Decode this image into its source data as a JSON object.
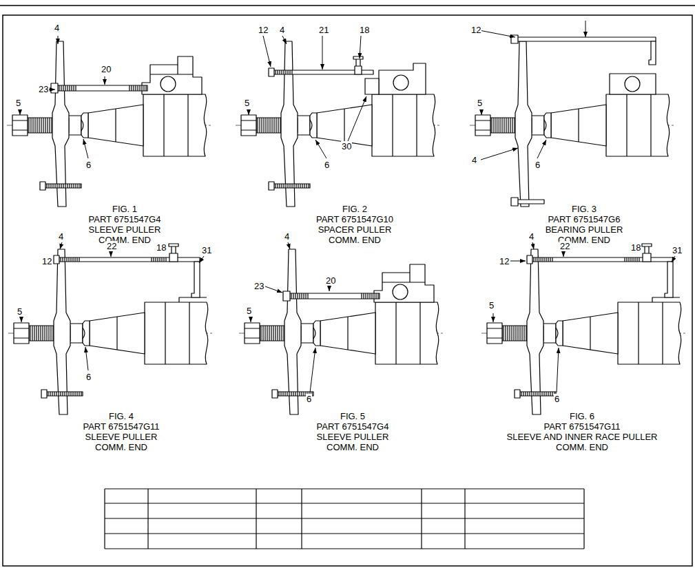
{
  "diagram": {
    "labels": [
      "4",
      "23",
      "20",
      "5",
      "6",
      "FIG. 1",
      "PART 6751547G4",
      "SLEEVE PULLER",
      "COMM. END",
      "12",
      "4",
      "21",
      "18",
      "5",
      "30",
      "6",
      "FIG. 2",
      "PART 6751547G10",
      "SPACER PULLER",
      "COMM. END",
      "12",
      "5",
      "4",
      "6",
      "FIG. 3",
      "PART 6751547G6",
      "BEARING PULLER",
      "COMM. END",
      "4",
      "12",
      "22",
      "18",
      "31",
      "5",
      "6",
      "FIG. 4",
      "PART 6751547G11",
      "SLEEVE PULLER",
      "COMM. END",
      "4",
      "23",
      "20",
      "5",
      "6",
      "FIG. 5",
      "PART 6751547G4",
      "SLEEVE PULLER",
      "COMM. END",
      "4",
      "12",
      "22",
      "18",
      "31",
      "5",
      "6",
      "FIG. 6",
      "PART 6751547G11",
      "SLEEVE AND INNER RACE PULLER",
      "COMM. END"
    ]
  }
}
